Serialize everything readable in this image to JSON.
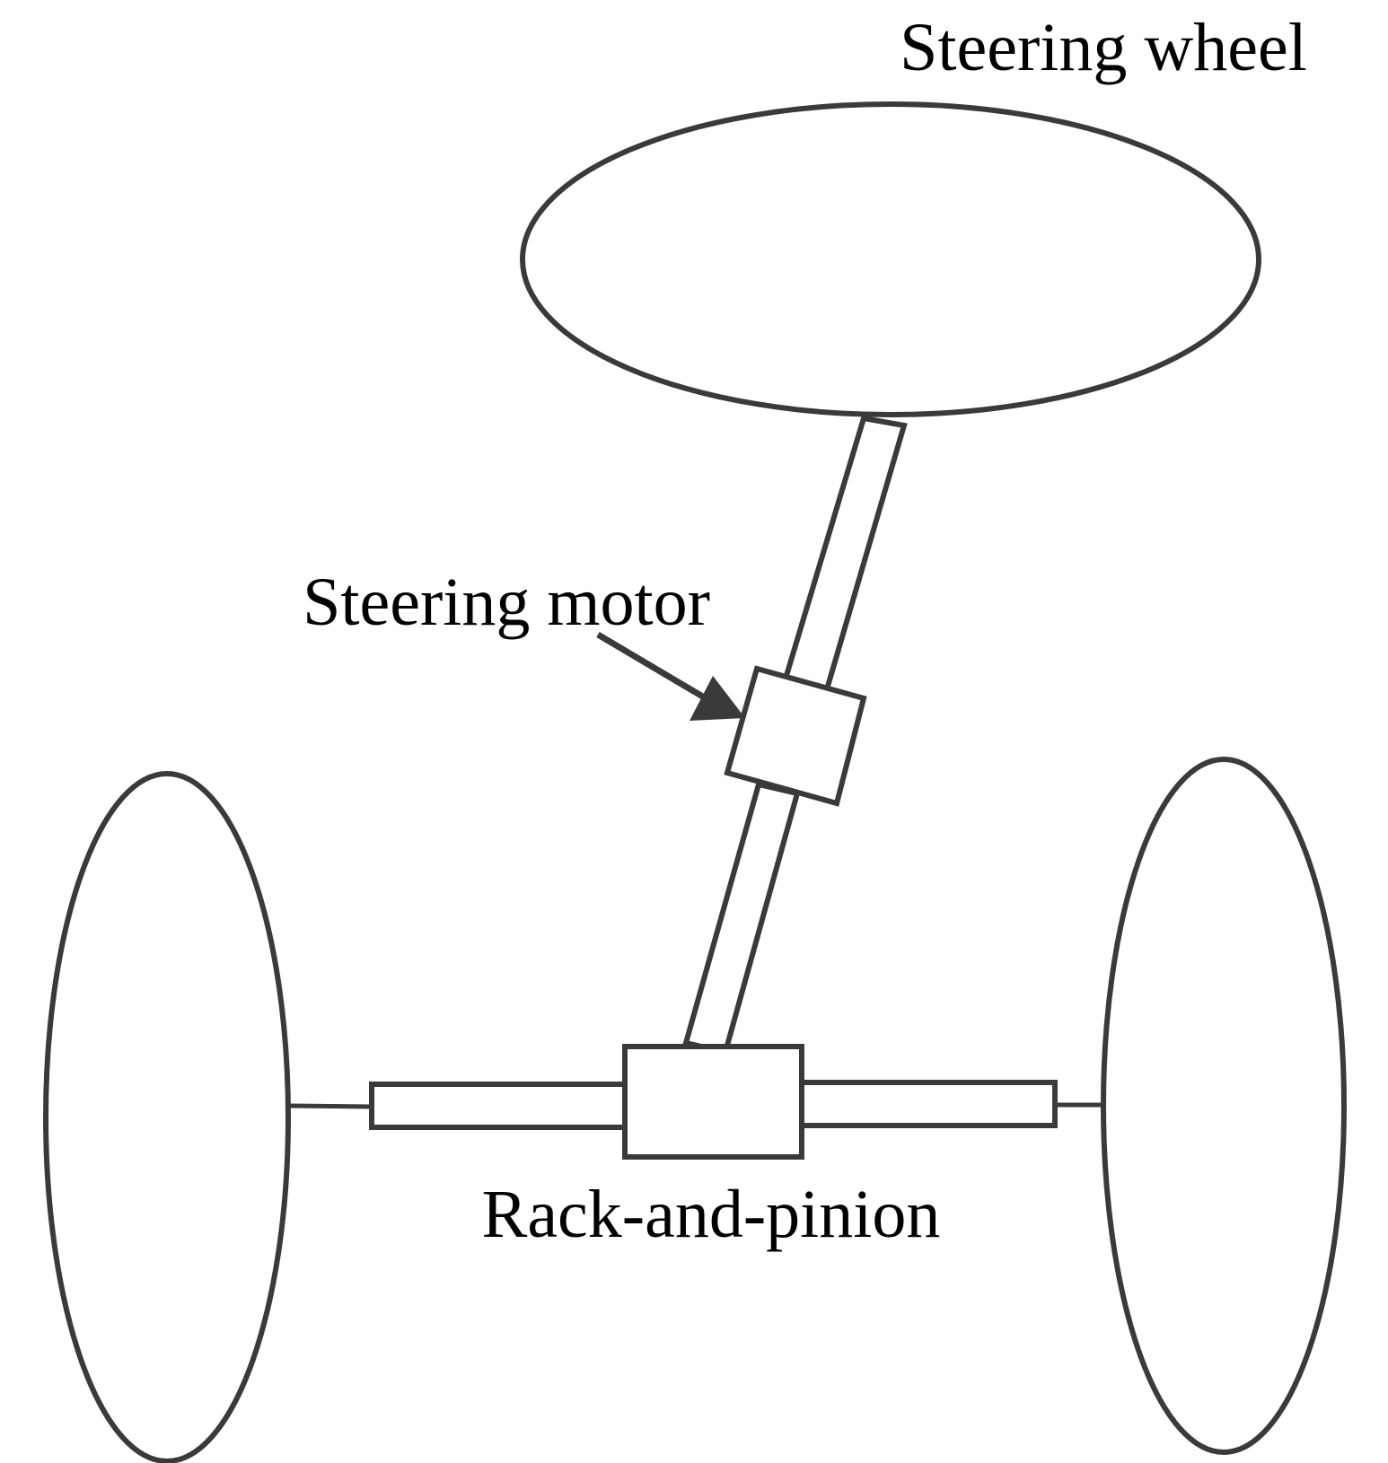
{
  "diagram": {
    "labels": {
      "steering_wheel": "Steering wheel",
      "steering_motor": "Steering motor",
      "rack_and_pinion": "Rack-and-pinion"
    },
    "colors": {
      "stroke": "#3a3a3a",
      "text": "#000000",
      "background": "#ffffff"
    }
  }
}
